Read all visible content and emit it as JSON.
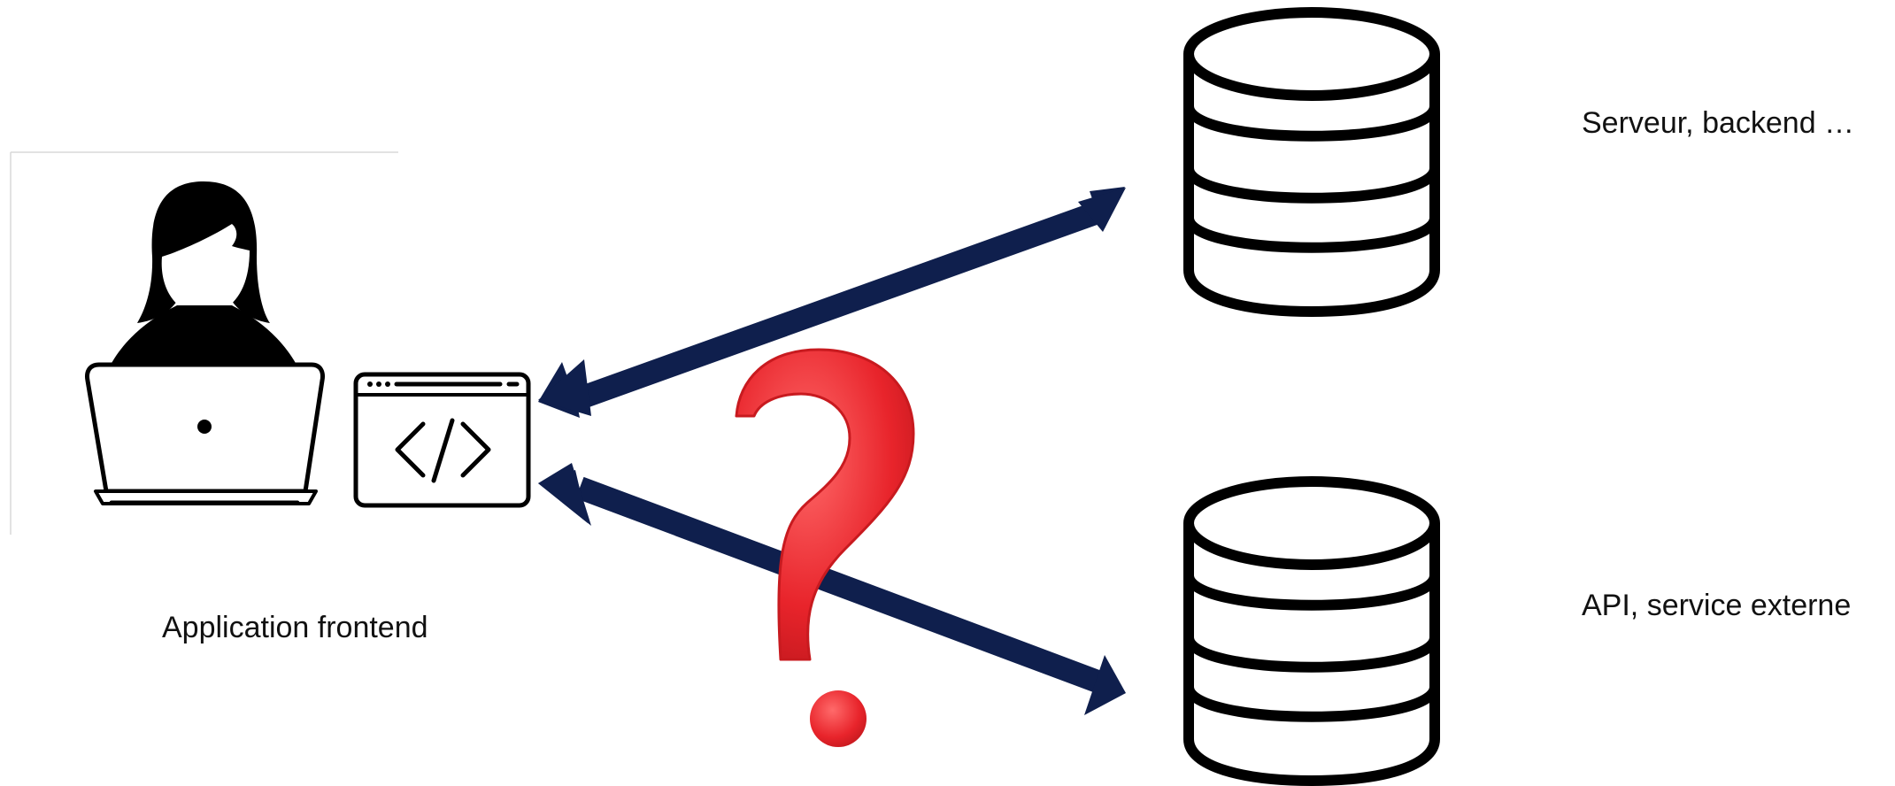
{
  "labels": {
    "frontend": "Application frontend",
    "server": "Serveur, backend …",
    "api": "API, service externe"
  },
  "nodes": [
    {
      "id": "user",
      "icon": "person-laptop-icon"
    },
    {
      "id": "app",
      "icon": "code-window-icon"
    },
    {
      "id": "server",
      "icon": "database-icon"
    },
    {
      "id": "api",
      "icon": "database-icon"
    }
  ],
  "edges": [
    {
      "from": "app",
      "to": "server",
      "bidirectional": true
    },
    {
      "from": "app",
      "to": "api",
      "bidirectional": true,
      "uncertain": true
    }
  ],
  "colors": {
    "arrow": "#0f1f4d",
    "question_mark": "#e8242b",
    "icon": "#000000",
    "background": "#ffffff"
  }
}
